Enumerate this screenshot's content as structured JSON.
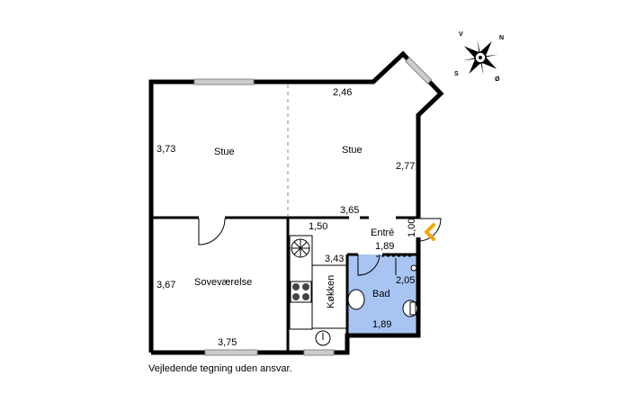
{
  "rooms": {
    "stue_left": "Stue",
    "stue_right": "Stue",
    "sovevaerelse": "Soveværelse",
    "kokken": "Køkken",
    "bad": "Bad",
    "entre": "Entré"
  },
  "dimensions": {
    "stue_top": "2,46",
    "stue_left_height": "3,73",
    "stue_right_height": "2,77",
    "stue_bottom": "3,65",
    "entre_width": "1,00",
    "kokken_top": "1,50",
    "kokken_side": "3,43",
    "entre_hall": "1,89",
    "bad_height": "2,05",
    "bad_bottom": "1,89",
    "sove_height": "3,67",
    "sove_bottom": "3,75"
  },
  "compass": {
    "v": "V",
    "n": "N",
    "s": "S",
    "o": "Ø"
  },
  "footer_note": "Vejledende tegning uden ansvar.",
  "colors": {
    "wall": "#000000",
    "bath_fill": "#a8c4f2",
    "window": "#9a9a9a",
    "door_arrow": "#f0a500"
  }
}
